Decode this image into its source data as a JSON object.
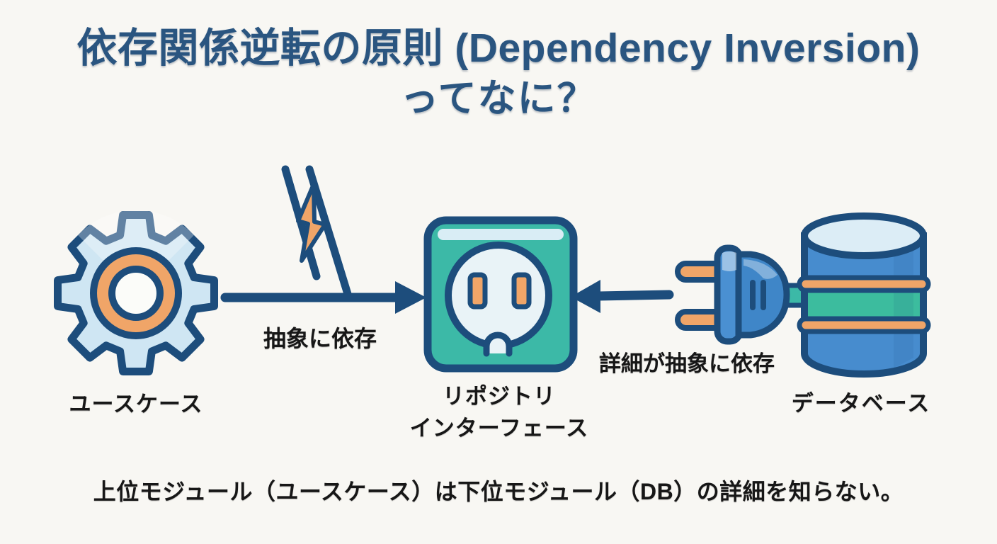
{
  "title": {
    "line1": "依存関係逆転の原則 (Dependency Inversion)",
    "line2": "ってなに？"
  },
  "diagram": {
    "nodes": [
      {
        "id": "usecase",
        "icon": "gear-icon",
        "label": "ユースケース"
      },
      {
        "id": "repository-interface",
        "icon": "outlet-icon",
        "label_line1": "リポジトリ",
        "label_line2": "インターフェース"
      },
      {
        "id": "database",
        "icon": "database-plug-icon",
        "label": "データベース"
      }
    ],
    "edges": [
      {
        "from": "usecase",
        "to": "repository-interface",
        "label": "抽象に依存",
        "arrow_direction": "right",
        "decorator": "lightning-icon"
      },
      {
        "from": "database",
        "to": "repository-interface",
        "label": "詳細が抽象に依存",
        "arrow_direction": "left"
      }
    ],
    "icons": [
      "gear-icon",
      "lightning-icon",
      "outlet-icon",
      "plug-icon",
      "database-icon",
      "arrow-right-icon",
      "arrow-left-icon"
    ]
  },
  "caption": "上位モジュール（ユースケース）は下位モジュール（DB）の詳細を知らない。",
  "colors": {
    "background": "#f8f7f3",
    "title_navy": "#2a5580",
    "outline": "#1d4d7c",
    "orange": "#f0a568",
    "teal": "#3cb9a7",
    "teal_band": "#3cbc9e",
    "light_blue": "#cfe6f3",
    "blue": "#4a90d2",
    "body_blue": "#478cce",
    "pale_blue": "#e9f3f7",
    "top_ellipse": "#dcedf6",
    "text": "#171717"
  }
}
